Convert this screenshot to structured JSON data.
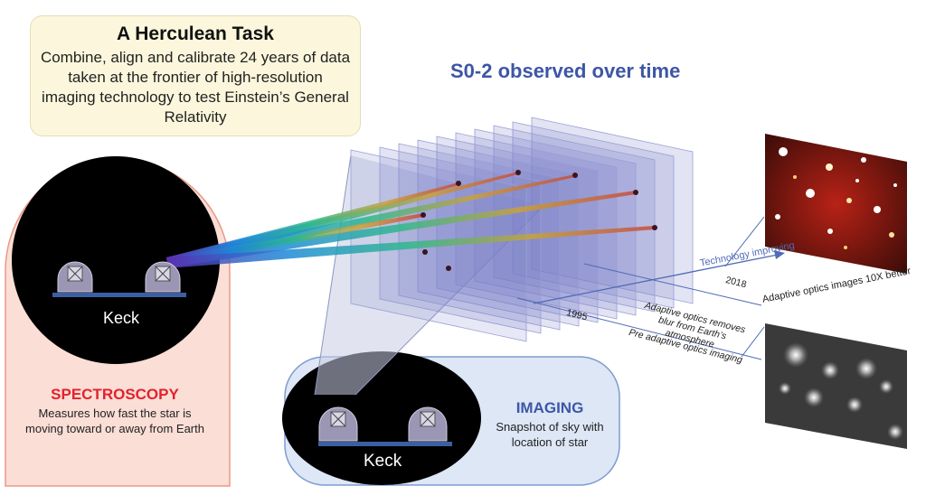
{
  "header": {
    "title": "A Herculean Task",
    "description": "Combine, align and calibrate 24 years of data taken at the frontier of high-resolution imaging technology to test Einstein’s General Relativity"
  },
  "main_title": "S0-2 observed over time",
  "spectroscopy": {
    "telescope_label": "Keck",
    "title": "SPECTROSCOPY",
    "description": "Measures how fast the star is moving toward or away from Earth"
  },
  "imaging": {
    "telescope_label": "Keck",
    "title": "IMAGING",
    "description": "Snapshot of sky with location of star"
  },
  "timeline": {
    "trend_label": "Technology improving",
    "year_start": "1995",
    "year_end": "2018",
    "ao_note": "Adaptive optics removes blur from Earth’s atmosphere",
    "pre_ao_label": "Pre adaptive optics imaging",
    "ao_better_label": "Adaptive optics images 10X better"
  },
  "colors": {
    "title_blue": "#3d56a6",
    "spectroscopy_red": "#e2222c",
    "title_box_fill": "#fcf7dc",
    "spec_panel_fill": "#fbded6",
    "imaging_panel_fill": "#dde7f5"
  }
}
